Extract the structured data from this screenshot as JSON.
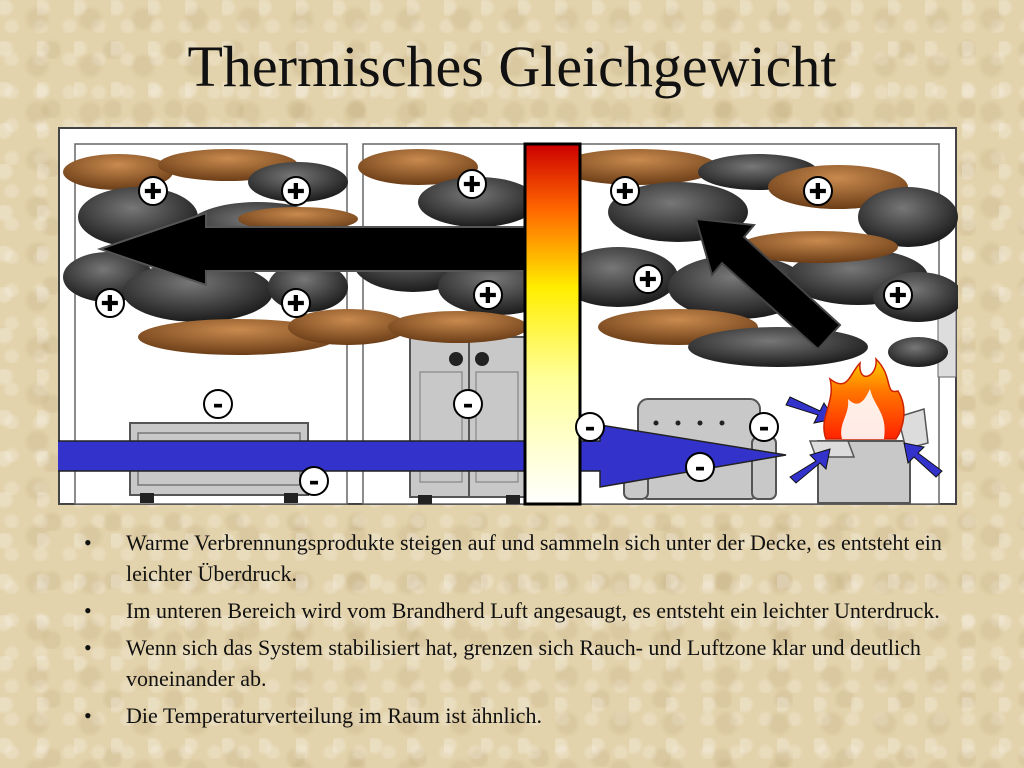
{
  "title": "Thermisches Gleichgewicht",
  "diagram": {
    "plus_sign": "✚",
    "minus_sign": "-"
  },
  "bullets": [
    "Warme Verbrennungsprodukte steigen auf und sammeln sich unter der Decke, es entsteht ein leichter Überdruck.",
    "Im unteren Bereich wird vom Brandherd Luft angesaugt, es entsteht ein leichter Unterdruck.",
    "Wenn sich das System stabilisiert hat, grenzen sich Rauch- und Luftzone klar und deutlich voneinander ab.",
    "Die Temperaturverteilung im Raum ist ähnlich."
  ],
  "bullet_marker": "•",
  "colors": {
    "smoke_dark": "#2a2a2a",
    "smoke_brown": "#8a5a2e",
    "air_arrow": "#3333cc",
    "fire": "#ff3300",
    "furniture": "#c8c8c8"
  }
}
